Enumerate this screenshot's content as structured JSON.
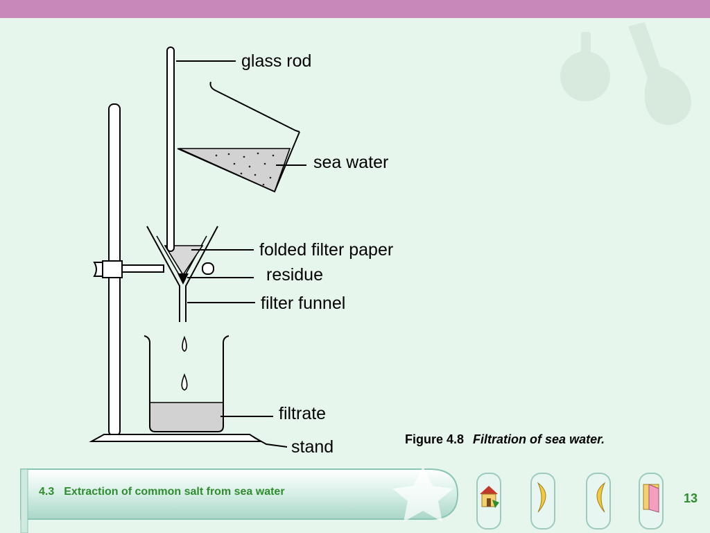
{
  "labels": {
    "glass_rod": "glass rod",
    "sea_water": "sea water",
    "folded_filter_paper": "folded filter paper",
    "residue": "residue",
    "filter_funnel": "filter funnel",
    "filtrate": "filtrate",
    "stand": "stand"
  },
  "caption": {
    "figure_number": "Figure 4.8",
    "title": "Filtration of sea water."
  },
  "footer": {
    "section_number": "4.3",
    "section_title": "Extraction of common salt from sea water",
    "page_number": "13"
  },
  "nav": [
    "home-icon",
    "back-arrow-icon",
    "forward-arrow-icon",
    "exit-door-icon"
  ],
  "colors": {
    "top_bar": "#c888b8",
    "background": "#e6f6ec",
    "accent_text": "#2e8c2e",
    "liquid_fill": "#cfcfcf"
  }
}
